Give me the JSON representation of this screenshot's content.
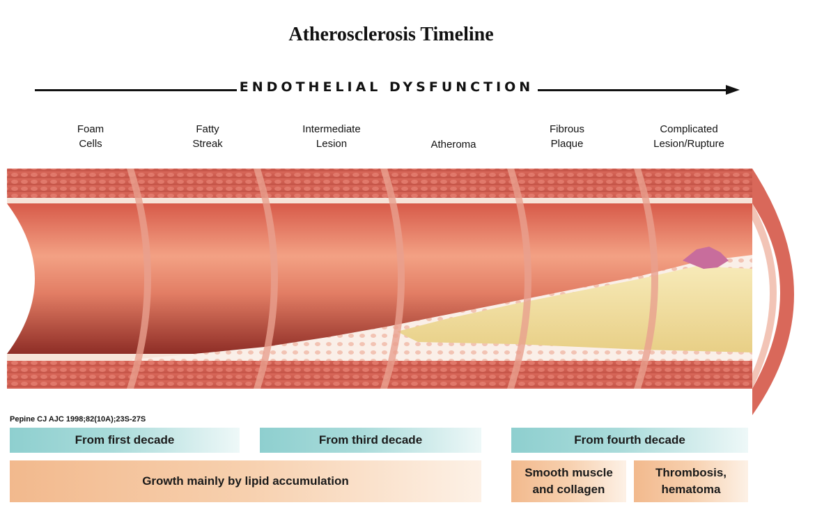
{
  "title": "Atherosclerosis Timeline",
  "arrow_label": "ENDOTHELIAL DYSFUNCTION",
  "stages": [
    {
      "label": "Foam\nCells"
    },
    {
      "label": "Fatty\nStreak"
    },
    {
      "label": "Intermediate\nLesion"
    },
    {
      "label": "Atheroma"
    },
    {
      "label": "Fibrous\nPlaque"
    },
    {
      "label": "Complicated\nLesion/Rupture"
    }
  ],
  "citation": "Pepine CJ AJC 1998;82(10A);23S-27S",
  "onset_bands": [
    {
      "label": "From first decade"
    },
    {
      "label": "From third decade"
    },
    {
      "label": "From fourth decade"
    }
  ],
  "mechanism_bands": [
    {
      "label": "Growth mainly by lipid accumulation"
    },
    {
      "label": "Smooth muscle\nand collagen"
    },
    {
      "label": "Thrombosis,\nhematoma"
    }
  ],
  "colors": {
    "vessel_wall": "#d9685a",
    "lumen": "#e98a6f",
    "lipid_core": "#f3e3a4",
    "teal_band": "#8ecfcf",
    "peach_band": "#f2b98d"
  }
}
